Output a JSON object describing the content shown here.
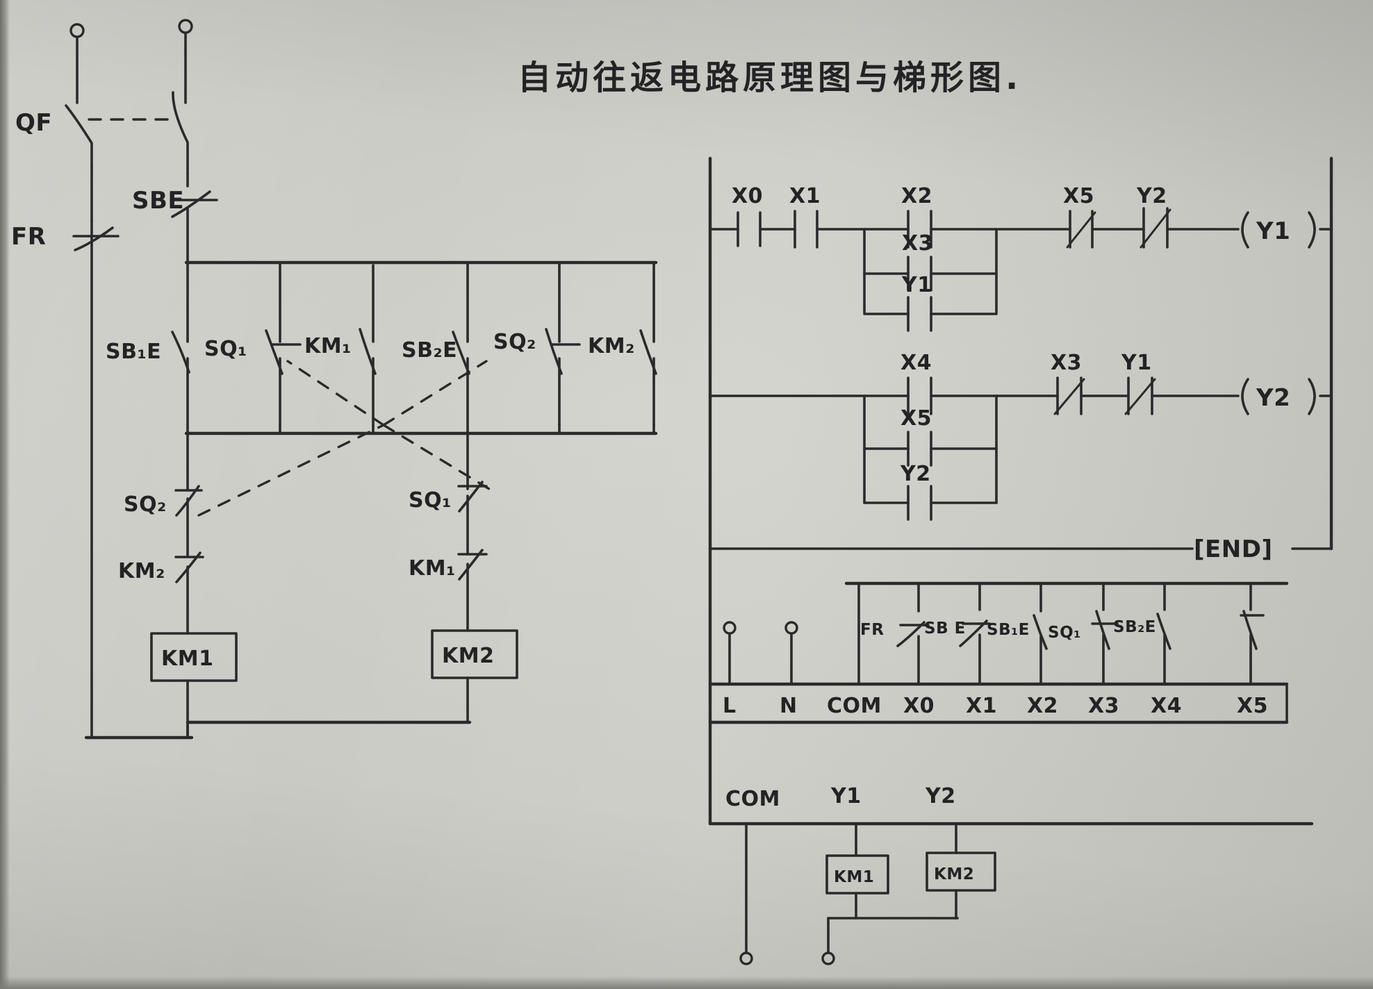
{
  "document": {
    "title": "自动往返电路原理图与梯形图.",
    "title_romanized": "Automatic reciprocating circuit schematic and ladder diagram",
    "paper_color": "#c9c9c4",
    "ink_color": "#2a2a2c"
  },
  "schematic": {
    "name": "control-circuit-schematic",
    "top_devices": [
      {
        "label": "QF",
        "type": "circuit-breaker-linked",
        "note": "dashed mechanical link"
      },
      {
        "label": "FR",
        "type": "thermal-overload-nc"
      },
      {
        "label": "SBE",
        "type": "stop-pushbutton-nc"
      }
    ],
    "branch_contacts_row": [
      {
        "label": "SB₁E",
        "type": "start-pushbutton-no"
      },
      {
        "label": "SQ₁",
        "type": "limit-switch-no"
      },
      {
        "label": "KM₁",
        "type": "auxiliary-no-contact"
      },
      {
        "label": "SB₂E",
        "type": "start-pushbutton-no"
      },
      {
        "label": "SQ₂",
        "type": "limit-switch-no"
      },
      {
        "label": "KM₂",
        "type": "auxiliary-no-contact"
      }
    ],
    "interlock_contacts": [
      {
        "label": "SQ₂",
        "type": "limit-switch-nc",
        "branch": "left"
      },
      {
        "label": "KM₂",
        "type": "interlock-nc",
        "branch": "left"
      },
      {
        "label": "SQ₁",
        "type": "limit-switch-nc",
        "branch": "right"
      },
      {
        "label": "KM₁",
        "type": "interlock-nc",
        "branch": "right"
      }
    ],
    "coils": [
      {
        "label": "KM1",
        "branch": "left"
      },
      {
        "label": "KM2",
        "branch": "right"
      }
    ]
  },
  "ladder": {
    "name": "plc-ladder-diagram",
    "end_label": "[END]",
    "rungs": [
      {
        "id": "rung-1",
        "series": [
          {
            "label": "X0",
            "type": "no"
          },
          {
            "label": "X1",
            "type": "no"
          },
          {
            "label": "X2",
            "type": "no"
          },
          {
            "label": "X5",
            "type": "nc"
          },
          {
            "label": "Y2",
            "type": "nc"
          }
        ],
        "parallel_with": "X2",
        "parallel_branches": [
          {
            "label": "X3",
            "type": "no"
          },
          {
            "label": "Y1",
            "type": "no"
          }
        ],
        "output": {
          "label": "Y1",
          "type": "coil"
        }
      },
      {
        "id": "rung-2",
        "series": [
          {
            "label": "X4",
            "type": "no"
          },
          {
            "label": "X3",
            "type": "nc"
          },
          {
            "label": "Y1",
            "type": "nc"
          }
        ],
        "parallel_with": "X4",
        "parallel_branches": [
          {
            "label": "X5",
            "type": "no"
          },
          {
            "label": "Y2",
            "type": "no"
          }
        ],
        "output": {
          "label": "Y2",
          "type": "coil"
        }
      }
    ]
  },
  "wiring": {
    "name": "plc-io-wiring",
    "input_devices": [
      {
        "label": "FR",
        "type": "nc",
        "terminal": "X0"
      },
      {
        "label": "SB E",
        "type": "nc",
        "terminal": "X1"
      },
      {
        "label": "SB₁E",
        "type": "no",
        "terminal": "X2"
      },
      {
        "label": "SQ₁",
        "type": "nc",
        "terminal": "X3"
      },
      {
        "label": "SB₂E",
        "type": "no",
        "terminal": "X4"
      },
      {
        "label": "",
        "type": "no",
        "terminal": "X5"
      }
    ],
    "input_terminals": [
      "L",
      "N",
      "COM",
      "X0",
      "X1",
      "X2",
      "X3",
      "X4",
      "X5"
    ],
    "output_terminals": [
      "COM",
      "Y1",
      "Y2"
    ],
    "output_devices": [
      {
        "label": "KM1",
        "terminal": "Y1"
      },
      {
        "label": "KM2",
        "terminal": "Y2"
      }
    ]
  }
}
